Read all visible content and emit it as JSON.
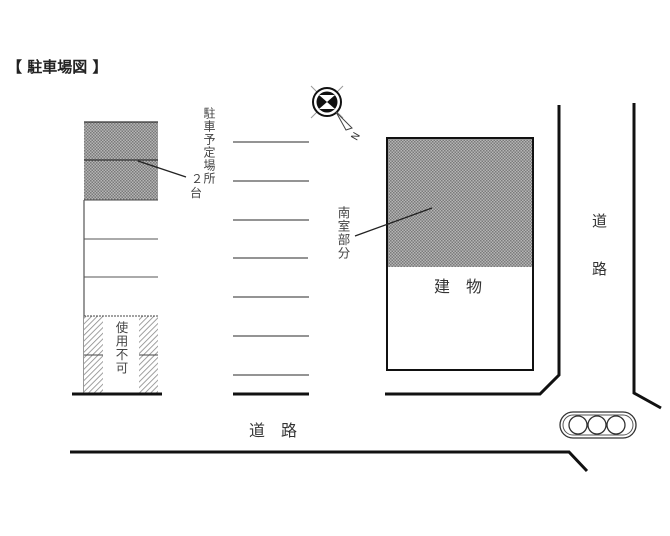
{
  "title": "【 駐車場図 】",
  "labels": {
    "planned_parking": "駐車予定場所",
    "planned_parking_count_num": "２",
    "planned_parking_count_unit": "台",
    "unusable": "使用不可",
    "south_room": "南室部分",
    "building": "建　物",
    "road_right_1": "道",
    "road_right_2": "路",
    "road_bottom": "道　路",
    "compass_north": "N"
  },
  "colors": {
    "line": "#111111",
    "thin_line": "#555555",
    "shade": "#9a9a9a",
    "hatch": "#888888",
    "text": "#333333"
  },
  "legend": {
    "shaded_area": "planned-parking / south-room",
    "hatched_area": "unusable"
  }
}
